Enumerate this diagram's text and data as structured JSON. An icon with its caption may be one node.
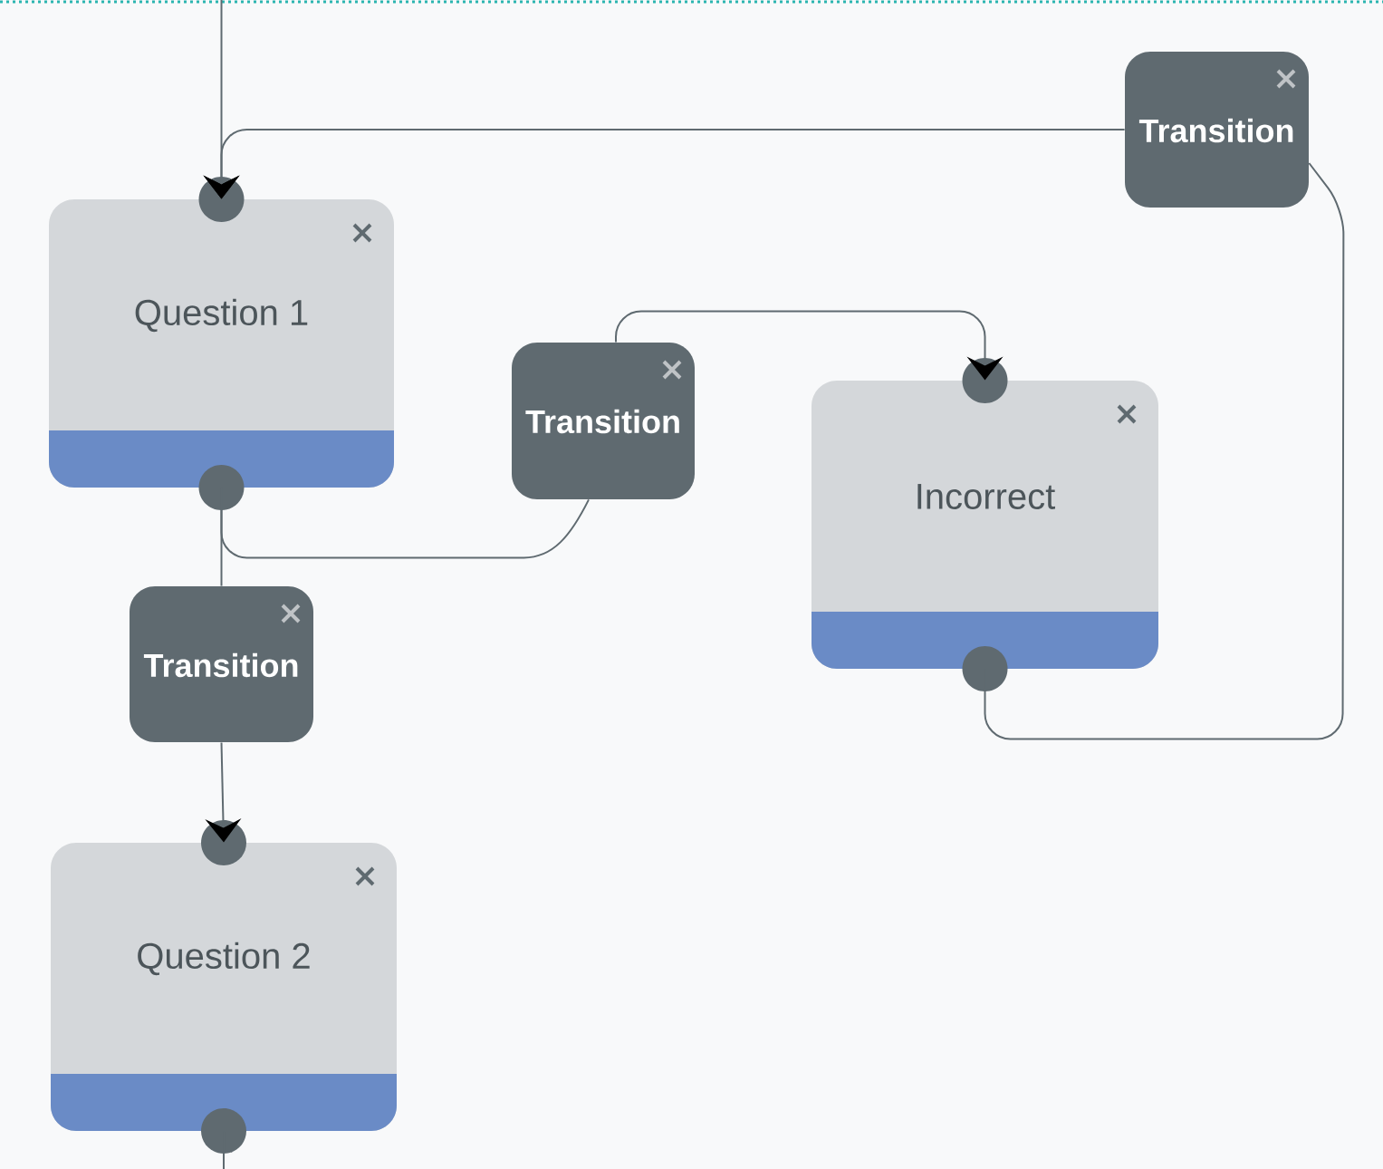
{
  "diagram": {
    "nodes": [
      {
        "text": [
          "Transition"
        ]
      },
      {
        "text": [
          "Question 1"
        ]
      },
      {
        "text": [
          "Transition"
        ]
      },
      {
        "text": [
          "Incorrect"
        ]
      },
      {
        "text": [
          "Transition"
        ]
      },
      {
        "text": [
          "Question 2"
        ]
      }
    ],
    "edges": [
      {
        "from": null,
        "to": 1,
        "arrow": "to"
      },
      {
        "from": 0,
        "to": 1,
        "arrow": "to"
      },
      {
        "from": 1,
        "to": 4,
        "arrow": "none"
      },
      {
        "from": 1,
        "to": 2,
        "arrow": "none"
      },
      {
        "from": 2,
        "to": 3,
        "arrow": "to"
      },
      {
        "from": 3,
        "to": 0,
        "arrow": "none"
      },
      {
        "from": 4,
        "to": 5,
        "arrow": "to"
      },
      {
        "from": 5,
        "to": null,
        "arrow": "none"
      }
    ]
  }
}
